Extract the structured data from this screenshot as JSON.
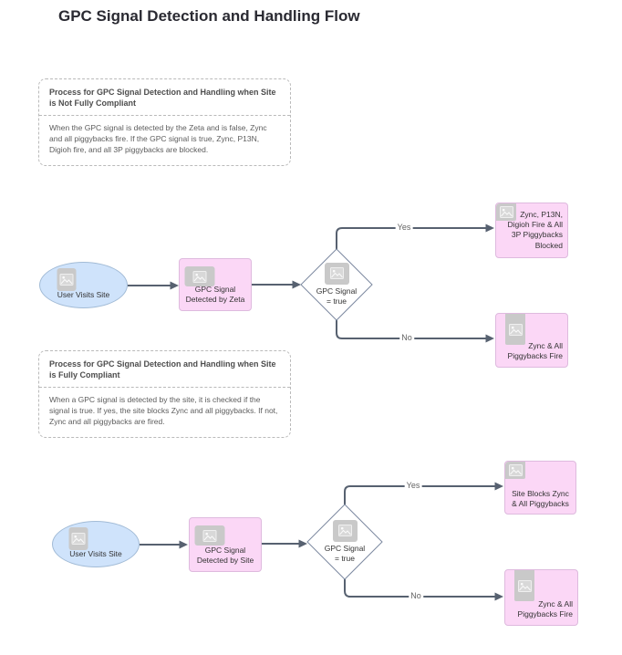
{
  "title": "GPC Signal Detection and Handling Flow",
  "notes": [
    {
      "title": "Process for GPC Signal Detection and Handling when Site is Not Fully Compliant",
      "body": "When the GPC signal is detected by the Zeta and is false, Zync and all piggybacks fire. If the GPC signal is true, Zync, P13N, Digioh fire, and all 3P piggybacks are blocked."
    },
    {
      "title": "Process for GPC Signal Detection and Handling when Site is Fully Compliant",
      "body": "When a GPC signal is detected by the site, it is checked if the signal is true. If yes, the site blocks Zync and all piggybacks. If not, Zync and all piggybacks are fired."
    }
  ],
  "flow1": {
    "start": "User Visits Site",
    "process": "GPC Signal\nDetected by Zeta",
    "decision": "GPC Signal\n= true",
    "yes_label": "Yes",
    "no_label": "No",
    "yes_result": "Zync, P13N,\nDigioh Fire & All\n3P Piggybacks\nBlocked",
    "no_result": "Zync & All\nPiggybacks Fire"
  },
  "flow2": {
    "start": "User Visits Site",
    "process": "GPC Signal\nDetected by Site",
    "decision": "GPC Signal\n= true",
    "yes_label": "Yes",
    "no_label": "No",
    "yes_result": "Site Blocks Zync\n& All Piggybacks",
    "no_result": "Zync & All\nPiggybacks Fire"
  },
  "colors": {
    "edge": "#576170",
    "decision_border": "#7c89a0",
    "decision_fill": "#ffffff",
    "start_fill": "#cfe3fb",
    "start_border": "#a2bbd6",
    "process_fill": "#fbd7f6",
    "process_border": "#debade",
    "placeholder": "#c9c9c9",
    "text": "#333333",
    "note_border": "#bababa",
    "note_title": "#4d4d4d",
    "note_body": "#5c5c5c",
    "label": "#636363",
    "title": "#2a2a32"
  }
}
